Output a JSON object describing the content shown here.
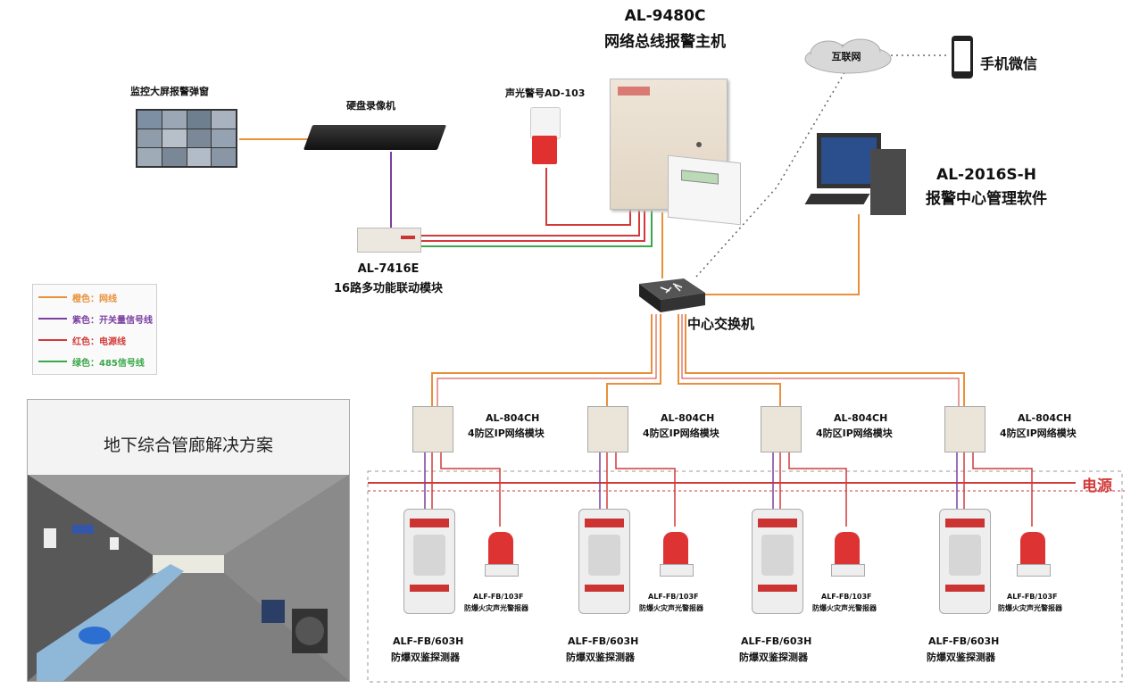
{
  "main_host": {
    "model": "AL-9480C",
    "name": "网络总线报警主机"
  },
  "phone": {
    "label": "手机微信"
  },
  "internet": {
    "label": "互联网"
  },
  "monitor_wall": {
    "label": "监控大屏报警弹窗"
  },
  "nvr": {
    "label": "硬盘录像机"
  },
  "siren": {
    "label": "声光警号AD-103"
  },
  "software": {
    "model": "AL-2016S-H",
    "name": "报警中心管理软件"
  },
  "linkage_module": {
    "model": "AL-7416E",
    "name": "16路多功能联动模块"
  },
  "switch": {
    "label": "中心交换机"
  },
  "power": {
    "label": "电源"
  },
  "legend": [
    {
      "text": "橙色：网线",
      "color": "#e8913a"
    },
    {
      "text": "紫色：开关量信号线",
      "color": "#7a3fa0"
    },
    {
      "text": "红色：电源线",
      "color": "#d23a3a"
    },
    {
      "text": "绿色：485信号线",
      "color": "#3aa84a"
    }
  ],
  "photo": {
    "title": "地下综合管廊解决方案"
  },
  "ip_modules": [
    {
      "model": "AL-804CH",
      "name": "4防区IP网络模块"
    },
    {
      "model": "AL-804CH",
      "name": "4防区IP网络模块"
    },
    {
      "model": "AL-804CH",
      "name": "4防区IP网络模块"
    },
    {
      "model": "AL-804CH",
      "name": "4防区IP网络模块"
    }
  ],
  "detectors": [
    {
      "model": "ALF-FB/603H",
      "name": "防爆双鉴探测器",
      "alarm_model": "ALF-FB/103F",
      "alarm_name": "防爆火灾声光警报器"
    },
    {
      "model": "ALF-FB/603H",
      "name": "防爆双鉴探测器",
      "alarm_model": "ALF-FB/103F",
      "alarm_name": "防爆火灾声光警报器"
    },
    {
      "model": "ALF-FB/603H",
      "name": "防爆双鉴探测器",
      "alarm_model": "ALF-FB/103F",
      "alarm_name": "防爆火灾声光警报器"
    },
    {
      "model": "ALF-FB/603H",
      "name": "防爆双鉴探测器",
      "alarm_model": "ALF-FB/103F",
      "alarm_name": "防爆火灾声光警报器"
    }
  ],
  "colors": {
    "orange": "#e8913a",
    "purple": "#7a3fa0",
    "red": "#d23a3a",
    "green": "#3aa84a",
    "power_red": "#d23a3a"
  }
}
